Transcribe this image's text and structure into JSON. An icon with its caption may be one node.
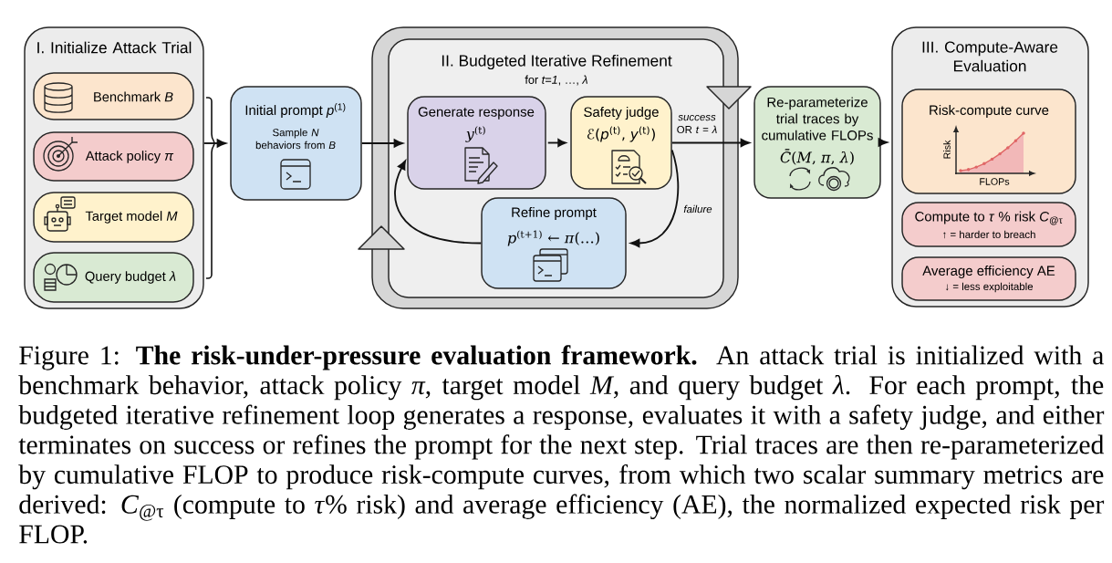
{
  "diagram": {
    "nodes": [
      {
        "text": [
          "I. Initialize Attack Trial"
        ]
      },
      {
        "text": [
          "Benchmark *B*"
        ],
        "in": 0
      },
      {
        "text": [
          "Attack policy *π*"
        ],
        "in": 0
      },
      {
        "text": [
          "Target model *M*"
        ],
        "in": 0
      },
      {
        "text": [
          "Query budget *λ*"
        ],
        "in": 0
      },
      {
        "text": [
          "Initial prompt *p*$^{(1)}$",
          "Sample *N* behaviors from *B*"
        ]
      },
      {
        "text": [
          "II. Budgeted Iterative Refinement",
          "for *t=1*, …, *λ*"
        ]
      },
      {
        "text": [
          "Generate response",
          "*y*$^{(t)}$"
        ],
        "in": 6
      },
      {
        "text": [
          "Safety judge",
          "ℰ(*p*$^{(t)}$, *y*$^{(t)}$)"
        ],
        "in": 6
      },
      {
        "text": [
          "Refine prompt",
          "*p*$^{(t+1)}$ ← *π*(…)"
        ],
        "in": 6
      },
      {
        "text": [
          "Re-parameterize trial traces by cumulative FLOPs",
          "*C̄*(*M*, *π*, *λ*)"
        ]
      },
      {
        "text": [
          "III. Compute-Aware Evaluation"
        ]
      },
      {
        "text": [
          "Risk-compute curve",
          "Risk",
          "FLOPs"
        ],
        "in": 11
      },
      {
        "text": [
          "Compute to *τ* % risk *C*$_{@τ}$",
          "↑ = harder to breach"
        ],
        "in": 11
      },
      {
        "text": [
          "Average efficiency AE",
          "↓ = less exploitable"
        ],
        "in": 11
      }
    ],
    "edges": [
      {
        "from": 0,
        "to": 5,
        "arrow": "to"
      },
      {
        "from": 5,
        "to": 7,
        "arrow": "to"
      },
      {
        "from": 7,
        "to": 8,
        "arrow": "to"
      },
      {
        "from": 8,
        "to": 10,
        "arrow": "to",
        "label": "*success* OR *t* = *λ*"
      },
      {
        "from": 8,
        "to": 9,
        "arrow": "to",
        "label": "failure"
      },
      {
        "from": 9,
        "to": 7,
        "arrow": "to"
      },
      {
        "from": 10,
        "to": 11,
        "arrow": "to"
      }
    ],
    "caption": "Figure 1: **The risk-under-pressure evaluation framework.** An attack trial is initialized with a benchmark behavior, attack policy *π*, target model *M*, and query budget *λ*. For each prompt, the budgeted iterative refinement loop generates a response, evaluates it with a safety judge, and either terminates on success or refines the prompt for the next step. Trial traces are then re-parameterized by cumulative FLOP to produce risk-compute curves, from which two scalar summary metrics are derived: *C*$_{@τ}$ (compute to *τ*% risk) and average efficiency (AE), the normalized expected risk per FLOP."
  }
}
